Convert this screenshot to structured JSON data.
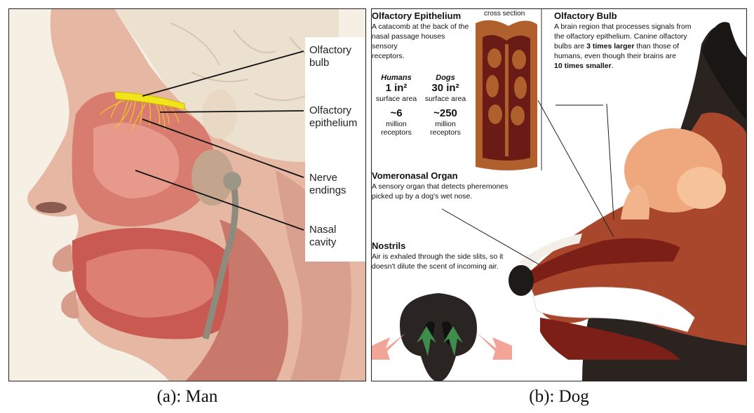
{
  "panel_a": {
    "caption": "(a): Man",
    "labels": {
      "olfactory_bulb": [
        "Olfactory",
        "bulb"
      ],
      "olfactory_epithelium": [
        "Olfactory",
        "epithelium"
      ],
      "nerve_endings": [
        "Nerve",
        "endings"
      ],
      "nasal_cavity": [
        "Nasal",
        "cavity"
      ]
    }
  },
  "panel_b": {
    "caption": "(b): Dog",
    "epithelium": {
      "heading": "Olfactory Epithelium",
      "body": [
        "A catacomb at the back of the",
        "nasal passage houses sensory",
        "receptors."
      ],
      "cross_section": "cross section"
    },
    "stats": {
      "humans_header": "Humans",
      "dogs_header": "Dogs",
      "humans_area": "1 in²",
      "dogs_area": "30 in²",
      "area_unit": "surface area",
      "humans_receptors": "~6",
      "dogs_receptors": "~250",
      "receptors_unit_1": "million",
      "receptors_unit_2": "receptors"
    },
    "bulb": {
      "heading": "Olfactory Bulb",
      "line1": "A brain region that processes signals from",
      "line2": "the olfactory epithelium. Canine olfactory",
      "line3_pre": "bulbs are ",
      "line3_bold": "3 times larger",
      "line3_post": " than those of",
      "line4": "humans, even though their brains are",
      "line5_bold": "10 times smaller",
      "line5_post": "."
    },
    "vomeronasal": {
      "heading": "Vomeronasal Organ",
      "body": [
        "A sensory organ that detects pheremones",
        "picked up by a dog's wet nose."
      ]
    },
    "nostrils": {
      "heading": "Nostrils",
      "body": [
        "Air is exhaled through the side slits, so it",
        "doesn't dilute the scent of incoming air."
      ]
    }
  }
}
